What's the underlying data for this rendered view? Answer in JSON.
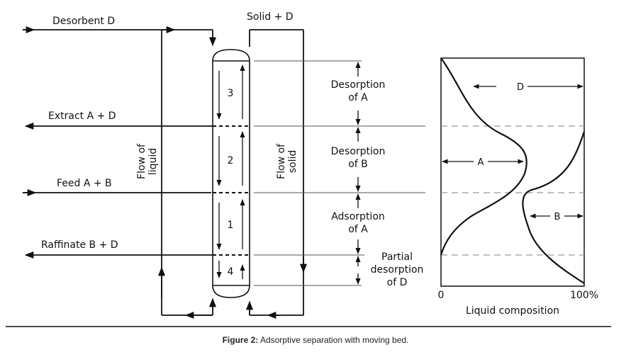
{
  "streams": {
    "desorbent": "Desorbent D",
    "solid_out": "Solid + D",
    "extract": "Extract A + D",
    "feed": "Feed A + B",
    "raffinate": "Raffinate B + D"
  },
  "flow_labels": {
    "liquid_line1": "Flow of",
    "liquid_line2": "liquid",
    "solid_line1": "Flow of",
    "solid_line2": "solid"
  },
  "zones": [
    {
      "number": "3",
      "label_line1": "Desorption",
      "label_line2": "of A",
      "label_line3": ""
    },
    {
      "number": "2",
      "label_line1": "Desorption",
      "label_line2": "of B",
      "label_line3": ""
    },
    {
      "number": "1",
      "label_line1": "Adsorption",
      "label_line2": "of A",
      "label_line3": ""
    },
    {
      "number": "4",
      "label_line1": "Partial",
      "label_line2": "desorption",
      "label_line3": "of D"
    }
  ],
  "profile": {
    "curve_labels": {
      "d": "D",
      "a": "A",
      "b": "B"
    },
    "axis_min_label": "0",
    "axis_max_label": "100%",
    "axis_title": "Liquid composition"
  },
  "caption": {
    "prefix": "Figure 2:",
    "text": " Adsorptive separation with moving bed."
  }
}
